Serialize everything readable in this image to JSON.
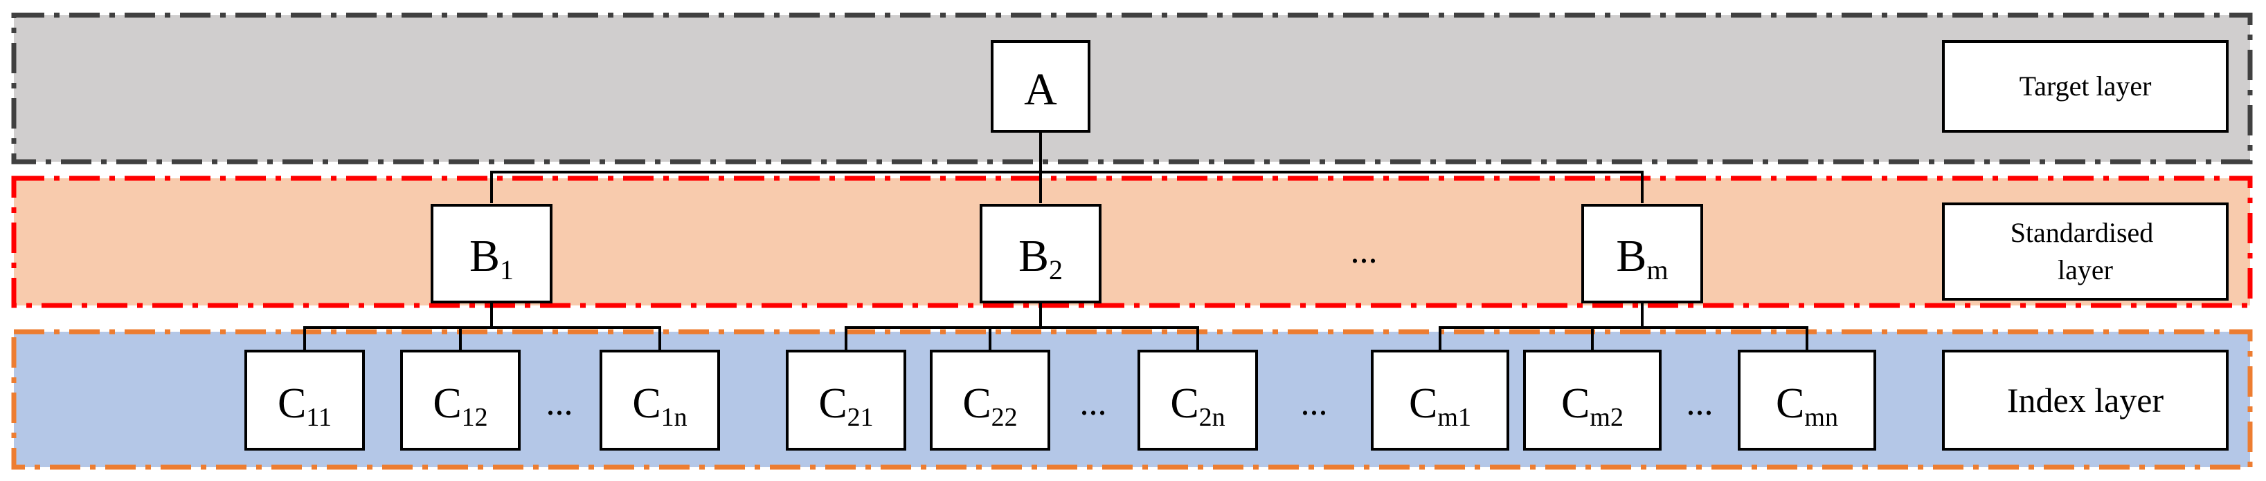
{
  "layers": {
    "target": {
      "label": "Target layer",
      "fill": "#d0cece",
      "border": "#404040"
    },
    "standardised": {
      "label_line1": "Standardised",
      "label_line2": "layer",
      "fill": "#f8cbad",
      "border": "#ff0000"
    },
    "index": {
      "label": "Index layer",
      "fill": "#b4c7e7",
      "border": "#ed7d31"
    }
  },
  "nodes": {
    "a": {
      "base": "A"
    },
    "b1": {
      "base": "B",
      "sub": "1"
    },
    "b2": {
      "base": "B",
      "sub": "2"
    },
    "bm": {
      "base": "B",
      "sub": "m"
    },
    "c11": {
      "base": "C",
      "sub": "11"
    },
    "c12": {
      "base": "C",
      "sub": "12"
    },
    "c1n": {
      "base": "C",
      "sub": "1n"
    },
    "c21": {
      "base": "C",
      "sub": "21"
    },
    "c22": {
      "base": "C",
      "sub": "22"
    },
    "c2n": {
      "base": "C",
      "sub": "2n"
    },
    "cm1": {
      "base": "C",
      "sub": "m1"
    },
    "cm2": {
      "base": "C",
      "sub": "m2"
    },
    "cmn": {
      "base": "C",
      "sub": "mn"
    }
  },
  "ellipsis": "..."
}
